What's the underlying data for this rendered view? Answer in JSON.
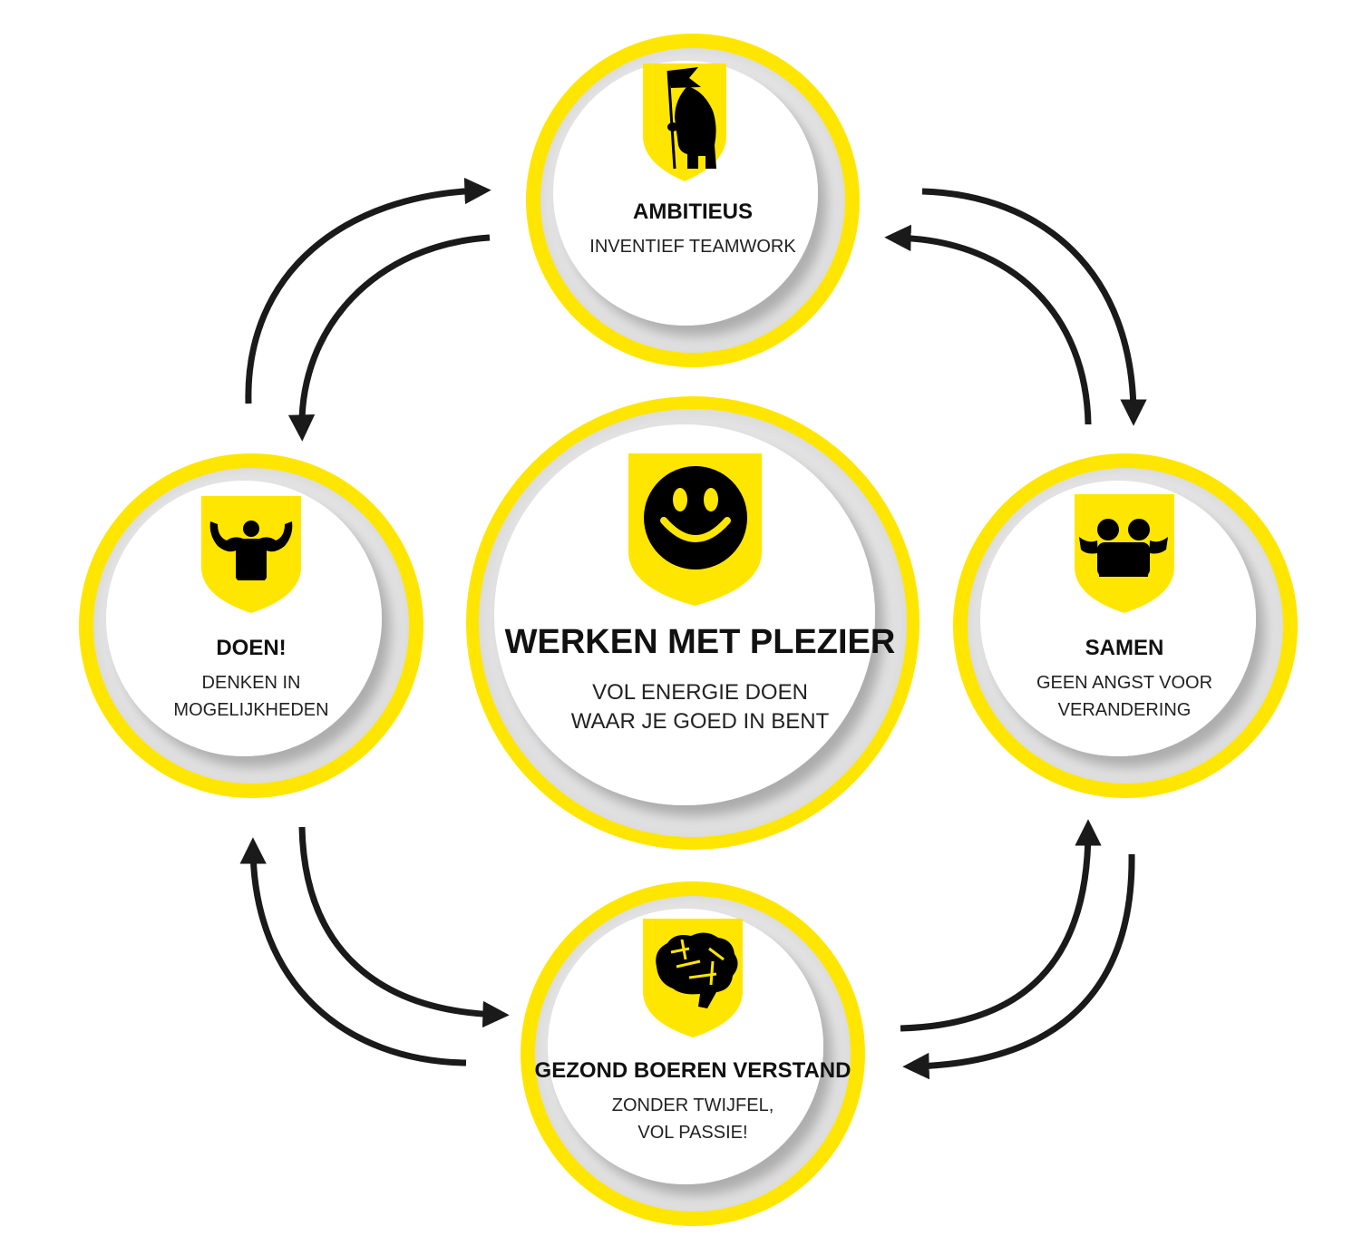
{
  "colors": {
    "accent": "#FFE600",
    "ring_inner": "#E6E6E6",
    "disc": "#FFFFFF",
    "icon": "#000000",
    "arrow": "#1A1A1A"
  },
  "center": {
    "icon": "smiley-icon",
    "title": "WERKEN MET PLEZIER",
    "line1": "VOL ENERGIE DOEN",
    "line2": "WAAR JE GOED IN BENT"
  },
  "top": {
    "icon": "gnome-with-flag-icon",
    "title": "AMBITIEUS",
    "line1": "INVENTIEF TEAMWORK"
  },
  "left": {
    "icon": "flexing-muscles-icon",
    "title": "DOEN!",
    "line1": "DENKEN IN",
    "line2": "MOGELIJKHEDEN"
  },
  "right": {
    "icon": "two-hugging-figures-icon",
    "title": "SAMEN",
    "line1": "GEEN ANGST VOOR",
    "line2": "VERANDERING"
  },
  "bottom": {
    "icon": "brain-icon",
    "title": "GEZOND BOEREN VERSTAND",
    "line1": "ZONDER TWIJFEL,",
    "line2": "VOL PASSIE!"
  }
}
